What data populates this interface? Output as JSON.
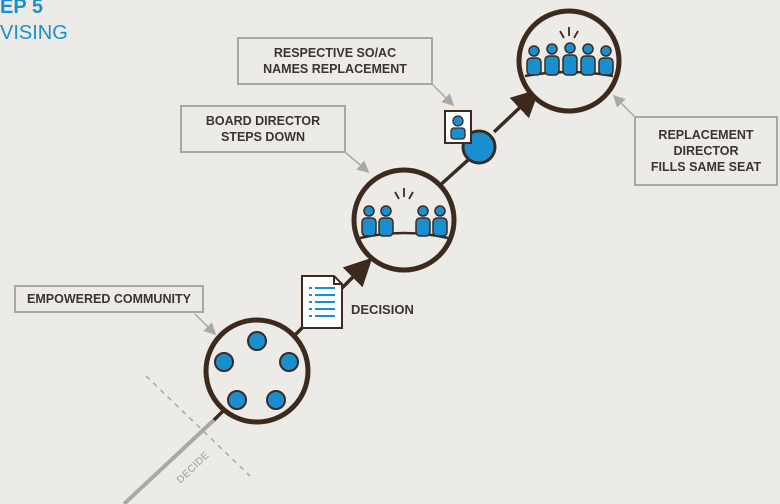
{
  "header": {
    "step": "EP 5",
    "phase": "VISING"
  },
  "callouts": {
    "empowered_community": "EMPOWERED COMMUNITY",
    "board_director_steps_down": "BOARD DIRECTOR\nSTEPS DOWN",
    "so_ac_names_replacement": "RESPECTIVE SO/AC\nNAMES REPLACEMENT",
    "replacement_fills_seat": "REPLACEMENT\nDIRECTOR\nFILLS SAME SEAT"
  },
  "labels": {
    "decision": "DECISION",
    "decide": "DECIDE"
  },
  "colors": {
    "accent": "#1a8fd0",
    "stroke": "#3d2a1e",
    "callout_border": "#a8a8a4",
    "background": "#ecebe7"
  },
  "icons": [
    "community-circle-icon",
    "document-icon",
    "board-circle-icon",
    "person-portrait-icon",
    "full-board-circle-icon"
  ]
}
